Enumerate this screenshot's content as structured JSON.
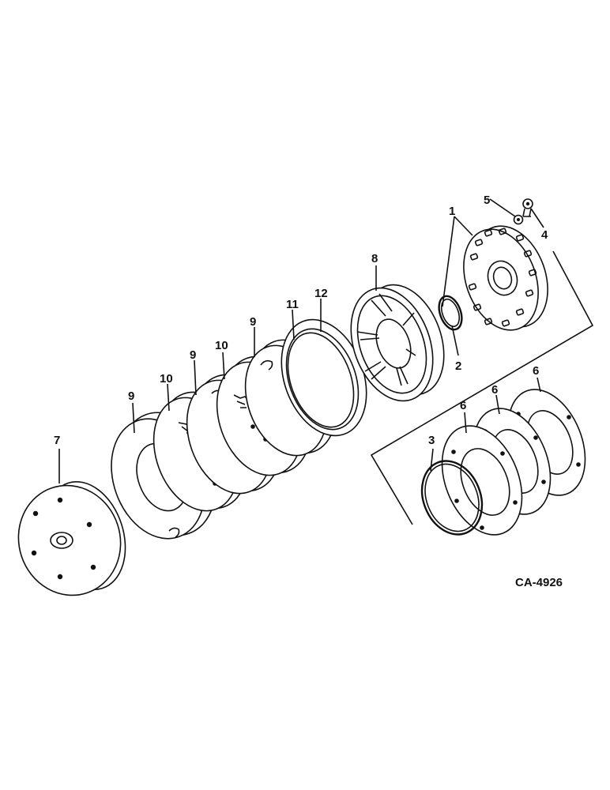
{
  "diagram": {
    "drawing_code": "CA-4926",
    "callouts": [
      "1",
      "2",
      "3",
      "4",
      "5",
      "6",
      "6",
      "6",
      "7",
      "8",
      "9",
      "9",
      "9",
      "10",
      "10",
      "11",
      "12"
    ]
  }
}
